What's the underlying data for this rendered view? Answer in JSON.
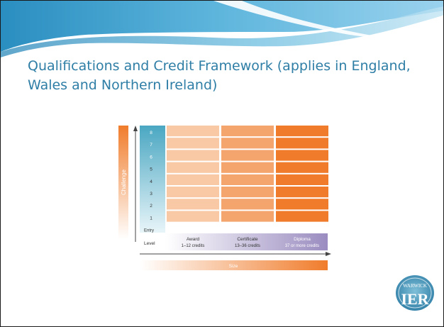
{
  "slide": {
    "title": "Qualifications and Credit Framework (applies in England, Wales and Northern Ireland)"
  },
  "chart_data": {
    "type": "table",
    "y_axis_label": "Challenge",
    "x_axis_label": "Size",
    "level_header": "Level",
    "levels": [
      "8",
      "7",
      "6",
      "5",
      "4",
      "3",
      "2",
      "1",
      "Entry"
    ],
    "columns": [
      {
        "name": "Award",
        "credits": "1–12 credits",
        "color": "#f8c9a4"
      },
      {
        "name": "Certificate",
        "credits": "13–36 credits",
        "color": "#f4a56e"
      },
      {
        "name": "Diploma",
        "credits": "37 or more credits",
        "color": "#f07c2b"
      }
    ]
  },
  "logo": {
    "top_text": "WARWICK",
    "main_text": "IER"
  },
  "colors": {
    "title": "#2f7ea6",
    "level_column": "#5ab3c9",
    "footer_band": "#a89bc6",
    "accent_orange": "#f07c2b"
  }
}
